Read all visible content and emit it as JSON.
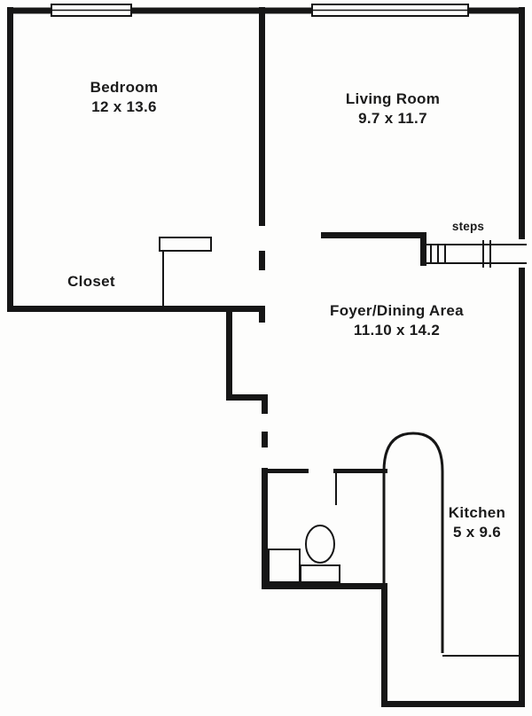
{
  "rooms": {
    "bedroom": {
      "name": "Bedroom",
      "dims": "12 x 13.6"
    },
    "living": {
      "name": "Living Room",
      "dims": "9.7 x 11.7"
    },
    "closet": {
      "name": "Closet"
    },
    "foyer": {
      "name": "Foyer/Dining Area",
      "dims": "11.10 x 14.2"
    },
    "kitchen": {
      "name": "Kitchen",
      "dims": "5 x 9.6"
    },
    "steps": {
      "name": "steps"
    }
  },
  "colors": {
    "wall": "#161616",
    "background": "#fdfdfc"
  }
}
